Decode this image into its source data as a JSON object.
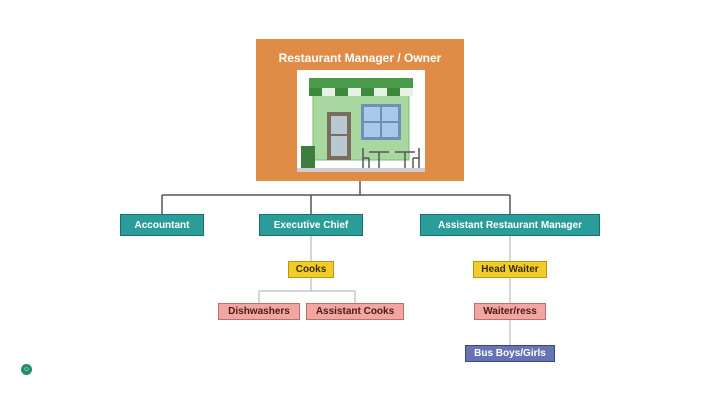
{
  "chart": {
    "root": "Restaurant Manager / Owner",
    "level1": {
      "accountant": "Accountant",
      "executive_chief": "Executive Chief",
      "assistant_manager": "Assistant Restaurant Manager"
    },
    "kitchen": {
      "cooks": "Cooks",
      "dishwashers": "Dishwashers",
      "assistant_cooks": "Assistant Cooks"
    },
    "service": {
      "head_waiter": "Head Waiter",
      "waiters": "Waiter/ress",
      "bus_boys": "Bus Boys/Girls"
    }
  },
  "icons": {
    "root_picture": "storefront-icon",
    "corner": "smiley-icon"
  },
  "colors": {
    "root_fill": "#e08c47",
    "level1_fill": "#2a9d9a",
    "supervisor_fill": "#f3cc2a",
    "staff_fill": "#f1a6a1",
    "support_fill": "#6674b4"
  }
}
